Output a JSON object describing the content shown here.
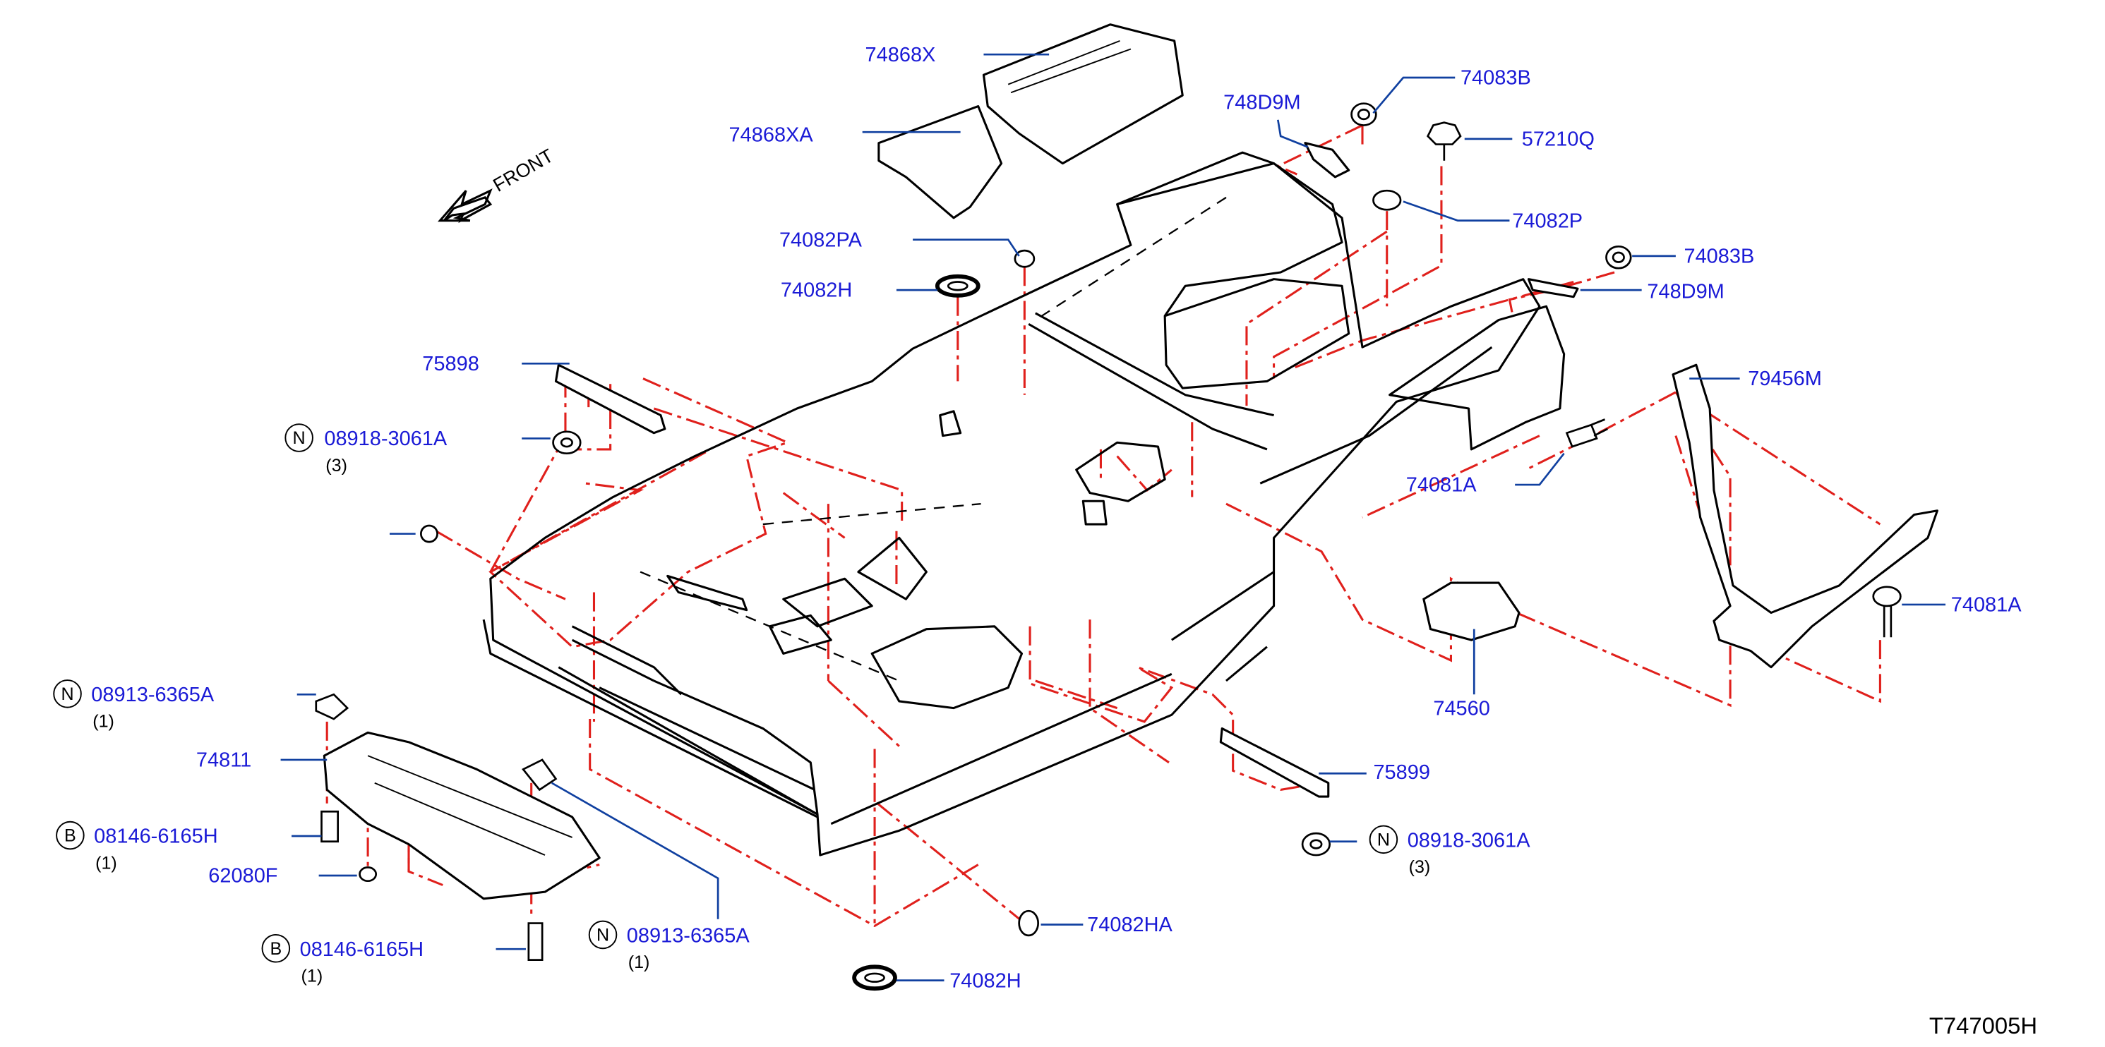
{
  "colors": {
    "label": "#1a1ad6",
    "leader": "#1040a0",
    "dash": "#e0201c",
    "outline": "#000000"
  },
  "front_label": "FRONT",
  "diagram_code": "T747005H",
  "labels": {
    "p74868X": "74868X",
    "p74868XA": "74868XA",
    "p748D9M_top": "748D9M",
    "p74083B_top": "74083B",
    "p57210Q": "57210Q",
    "p74082P": "74082P",
    "p74083B_mid": "74083B",
    "p748D9M_mid": "748D9M",
    "p74082PA": "74082PA",
    "p74082H_top": "74082H",
    "p75898": "75898",
    "p08918_left": "08918-3061A",
    "p79456M": "79456M",
    "p74081A_mid": "74081A",
    "p74081A_right": "74081A",
    "p74560": "74560",
    "p08913_top": "08913-6365A",
    "p74811": "74811",
    "p08146_top": "08146-6165H",
    "p62080F": "62080F",
    "p08146_bottom": "08146-6165H",
    "p08913_bottom": "08913-6365A",
    "p75899": "75899",
    "p08918_right": "08918-3061A",
    "p74082HA": "74082HA",
    "p74082H_bottom": "74082H"
  },
  "prefixes": {
    "p08918_left": "N",
    "p08913_top": "N",
    "p08146_top": "B",
    "p08146_bottom": "B",
    "p08913_bottom": "N",
    "p08918_right": "N"
  },
  "quantities": {
    "p08918_left": "(3)",
    "p08913_top": "(1)",
    "p08146_top": "(1)",
    "p08146_bottom": "(1)",
    "p08913_bottom": "(1)",
    "p08918_right": "(3)"
  }
}
